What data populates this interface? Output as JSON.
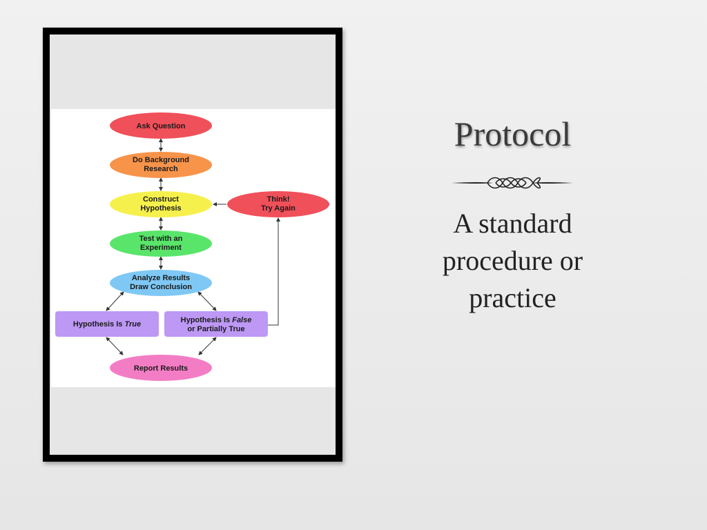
{
  "slide": {
    "title": "Protocol",
    "body_lines": [
      "A standard",
      "procedure or",
      "practice"
    ]
  },
  "flowchart": {
    "nodes": {
      "ask": [
        "Ask Question"
      ],
      "background": [
        "Do Background",
        "Research"
      ],
      "hypothesis": [
        "Construct",
        "Hypothesis"
      ],
      "think": [
        "Think!",
        "Try Again"
      ],
      "experiment": [
        "Test with an",
        "Experiment"
      ],
      "analyze": [
        "Analyze Results",
        "Draw Conclusion"
      ],
      "true_prefix": "Hypothesis Is ",
      "true_word": "True",
      "false_prefix": "Hypothesis Is ",
      "false_word": "False",
      "false_line2": "or Partially True",
      "report": [
        "Report Results"
      ]
    },
    "colors": {
      "ask": "#f0505a",
      "background": "#f7944a",
      "hypothesis": "#f6f04c",
      "think": "#f0505a",
      "experiment": "#59e56a",
      "analyze": "#7fc8f5",
      "outcome": "#bd98f4",
      "report": "#f37dc5"
    }
  }
}
